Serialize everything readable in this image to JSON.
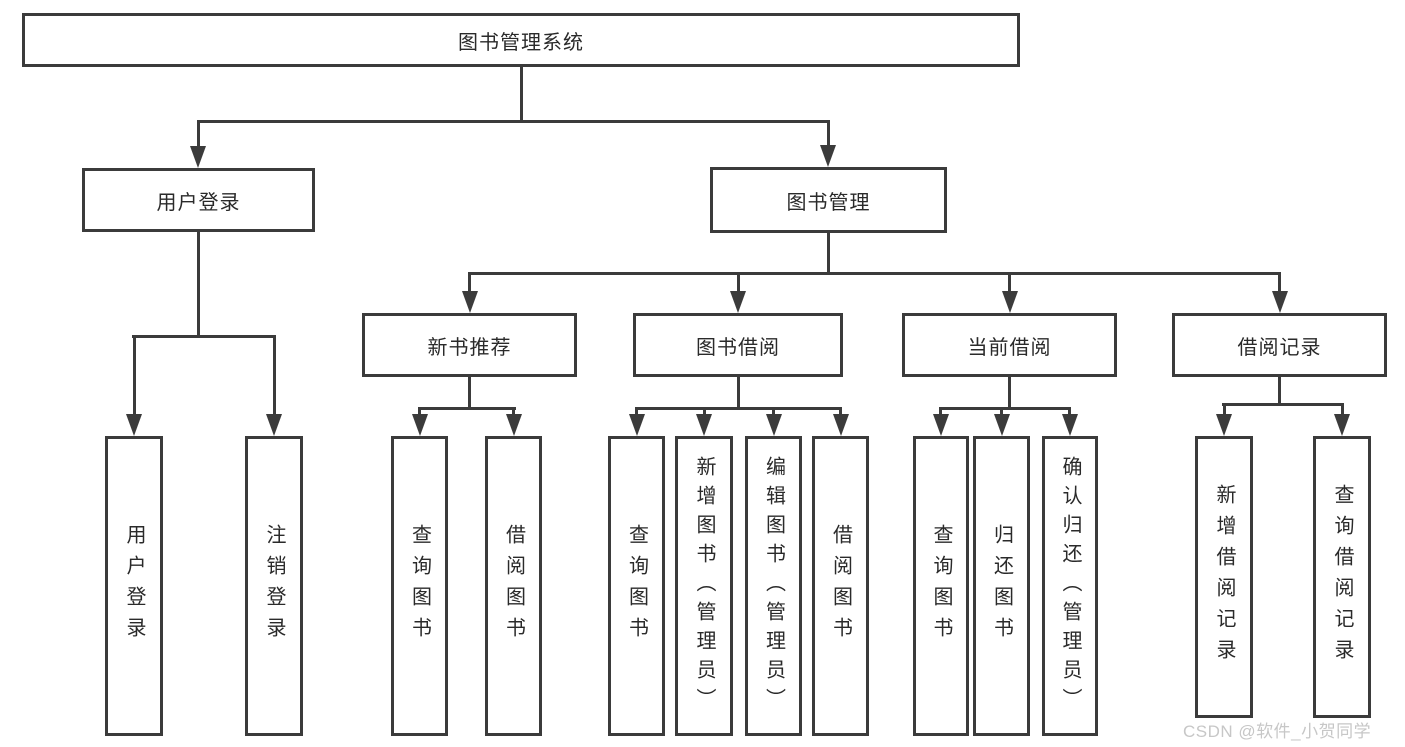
{
  "nodes": {
    "root": "图书管理系统",
    "user_login": "用户登录",
    "book_mgmt": "图书管理",
    "new_books": "新书推荐",
    "book_borrow": "图书借阅",
    "current_borrow": "当前借阅",
    "borrow_records": "借阅记录"
  },
  "leaves": {
    "user_login": [
      "用户登录",
      "注销登录"
    ],
    "new_books": [
      "查询图书",
      "借阅图书"
    ],
    "book_borrow": [
      "查询图书",
      "新增图书（管理员）",
      "编辑图书（管理员）",
      "借阅图书"
    ],
    "current_borrow": [
      "查询图书",
      "归还图书",
      "确认归还（管理员）"
    ],
    "borrow_records": [
      "新增借阅记录",
      "查询借阅记录"
    ]
  },
  "watermark": "CSDN @软件_小贺同学",
  "colors": {
    "line": "#3b3b3b",
    "text": "#2a2a2a",
    "watermark": "#c7c7c7",
    "background": "#ffffff"
  }
}
